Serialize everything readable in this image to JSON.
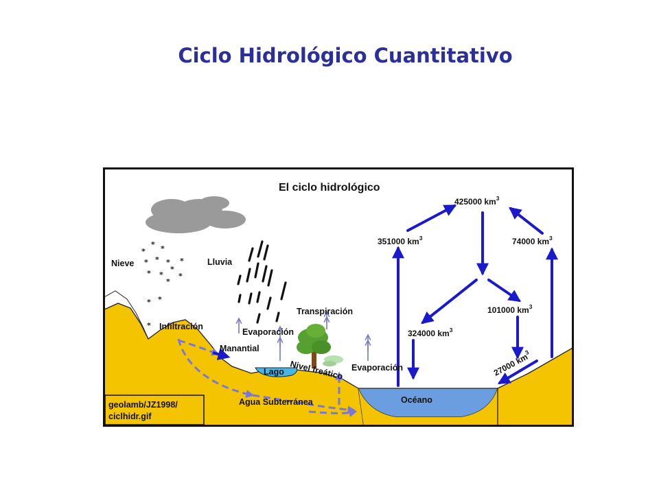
{
  "slide": {
    "title": "Ciclo Hidrológico Cuantitativo"
  },
  "diagram": {
    "heading": "El ciclo hidrológico",
    "labels": {
      "nieve": "Nieve",
      "lluvia": "Lluvia",
      "infiltracion": "Infiltración",
      "evaporacion_land": "Evaporación",
      "transpiracion": "Transpiración",
      "manantial": "Manantial",
      "lago": "Lago",
      "nivel_freatico": "Nivel freático",
      "evaporacion_sea": "Evaporación",
      "agua_subterranea": "Agua Subterránea",
      "oceano": "Océano"
    },
    "flows": {
      "atmosphere_total": "425000 km",
      "ocean_evaporation": "351000 km",
      "land_evaporation": "74000 km",
      "precip_ocean": "324000 km",
      "precip_land": "101000 km",
      "runoff": "27000 km",
      "unit_power": "3"
    },
    "credit": {
      "line1": "geolamb/JZ1998/",
      "line2": "ciclhidr.gif"
    },
    "colors": {
      "ground": "#f5c400",
      "ocean": "#6b9ee0",
      "cloud": "#9a9a9a",
      "flow_arrow": "#1a1acc",
      "groundwater_arrow": "#7777dd",
      "tree": "#55a030",
      "frame": "#111111"
    },
    "icons": [
      "cloud-icon",
      "snowflake-icon",
      "rain-drop-icon",
      "tree-icon",
      "flow-arrow-icon"
    ]
  }
}
